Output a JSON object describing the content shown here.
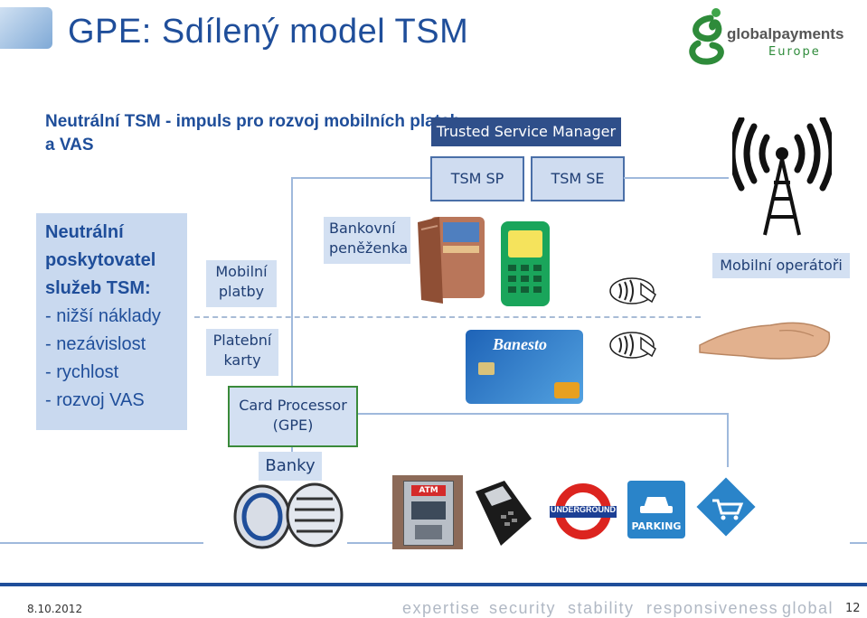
{
  "title": "GPE: Sdílený model TSM",
  "subtitle": "Neutrální TSM - impuls pro rozvoj mobilních plateb a VAS",
  "logo": {
    "line1": "globalpayments",
    "line2": "Europe",
    "brand_color": "#2e8b3a"
  },
  "tsm": {
    "header": "Trusted Service Manager",
    "sp": "TSM SP",
    "se": "TSM SE"
  },
  "panel": {
    "head_lines": [
      "Neutrální",
      "poskytovatel",
      "služeb TSM:"
    ],
    "items": [
      "- nižší náklady",
      "- nezávislost",
      "- rychlost",
      "- rozvoj VAS"
    ]
  },
  "labels": {
    "mobile_pay": [
      "Mobilní",
      "platby"
    ],
    "payment_cards": [
      "Platební",
      "karty"
    ],
    "wallet": [
      "Bankovní",
      "peněženka"
    ],
    "operators": "Mobilní operátoři",
    "card_processor": [
      "Card Processor",
      "(GPE)"
    ],
    "banks": "Banky"
  },
  "images": {
    "card_brand": "Banesto",
    "atm": "ATM",
    "underground": "UNDERGROUND",
    "parking": "PARKING"
  },
  "footer": {
    "date": "8.10.2012",
    "tags": [
      "expertise",
      "security",
      "stability",
      "responsiveness",
      "global"
    ],
    "page": "12"
  },
  "colors": {
    "primary": "#1f4e9a",
    "panel": "#c9d9ef",
    "tsm_header": "#2f4f8a"
  }
}
